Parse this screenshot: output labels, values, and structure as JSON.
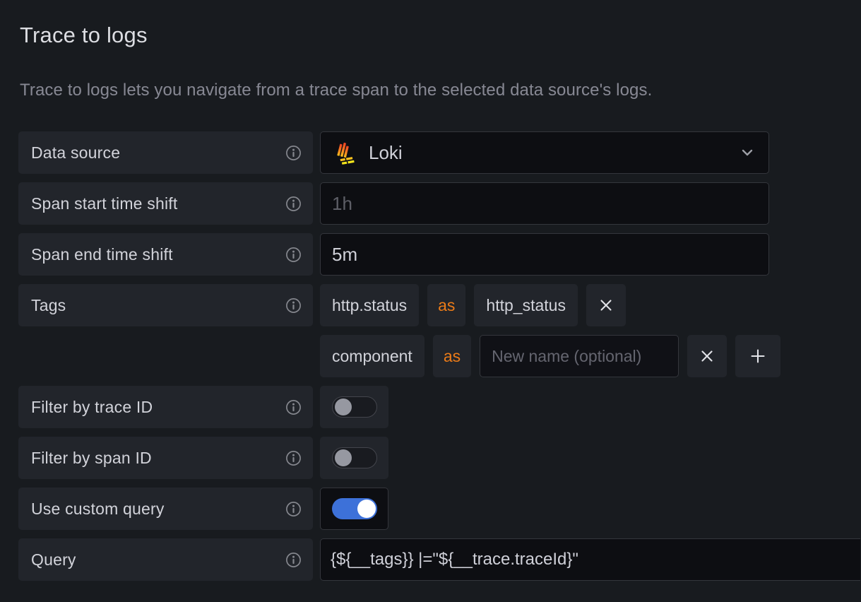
{
  "header": {
    "title": "Trace to logs",
    "description": "Trace to logs lets you navigate from a trace span to the selected data source's logs."
  },
  "rows": {
    "data_source": {
      "label": "Data source",
      "value": "Loki"
    },
    "span_start": {
      "label": "Span start time shift",
      "placeholder": "1h"
    },
    "span_end": {
      "label": "Span end time shift",
      "value": "5m"
    },
    "tags": {
      "label": "Tags",
      "pairs": [
        {
          "key": "http.status",
          "as": "as",
          "name": "http_status"
        },
        {
          "key": "component",
          "as": "as",
          "name": "",
          "name_placeholder": "New name (optional)"
        }
      ]
    },
    "filter_by_trace_id": {
      "label": "Filter by trace ID",
      "enabled": false
    },
    "filter_by_span_id": {
      "label": "Filter by span ID",
      "enabled": false
    },
    "use_custom_query": {
      "label": "Use custom query",
      "enabled": true
    },
    "query": {
      "label": "Query",
      "value": "{${__tags}} |=\"${__trace.traceId}\""
    }
  },
  "icons": {
    "info": "info-icon",
    "chevron_down": "chevron-down-icon",
    "remove": "close-icon",
    "add": "plus-icon",
    "datasource_logo": "loki-logo"
  },
  "colors": {
    "page_background": "#181b1f",
    "label_box_background": "#22252b",
    "input_background": "#0d0e12",
    "input_border": "#34363c",
    "text": "#ccccdc",
    "accent_orange": "#eb7b18",
    "toggle_on_blue": "#3d71d9",
    "loki_orange": "#f0512c",
    "loki_yellow": "#fcc31d"
  }
}
